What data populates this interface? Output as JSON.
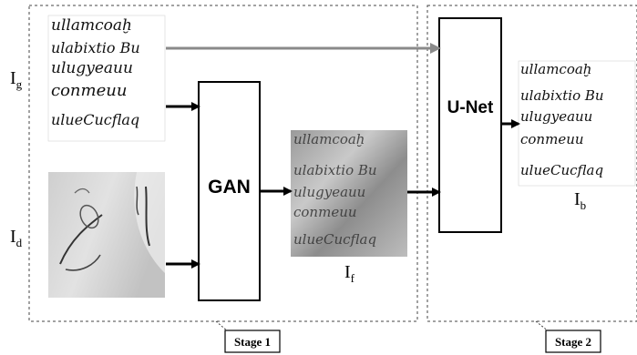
{
  "blocks": {
    "gan": "GAN",
    "unet": "U-Net"
  },
  "labels": {
    "input_ground_truth": {
      "main": "I",
      "sub": "g"
    },
    "input_degraded": {
      "main": "I",
      "sub": "d"
    },
    "fake_output": {
      "main": "I",
      "sub": "f"
    },
    "binarized_output": {
      "main": "I",
      "sub": "b"
    }
  },
  "stages": {
    "stage1": "Stage 1",
    "stage2": "Stage 2"
  },
  "colors": {
    "skip_arrow": "#8a8a8a",
    "arrow": "#000000"
  }
}
